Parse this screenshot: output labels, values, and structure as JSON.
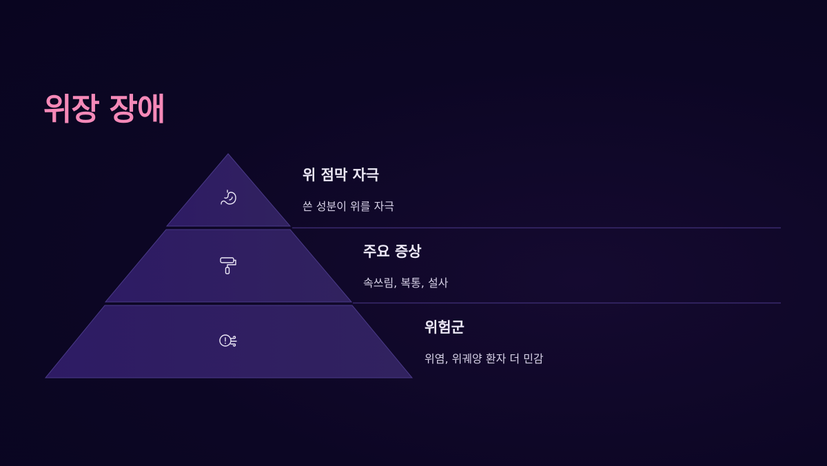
{
  "title": "위장 장애",
  "tiers": [
    {
      "heading": "위 점막 자극",
      "desc": "쓴 성분이 위를 자극",
      "icon": "stomach-icon"
    },
    {
      "heading": "주요 증상",
      "desc": "속쓰림, 복통, 설사",
      "icon": "paint-roller-icon"
    },
    {
      "heading": "위험군",
      "desc": "위염, 위궤양 환자 더 민감",
      "icon": "alert-wind-icon"
    }
  ],
  "colors": {
    "title": "#f589b8",
    "tier_fill": "#2d1d5e",
    "divider": "#3a2a6e",
    "background": "#0c0624"
  }
}
